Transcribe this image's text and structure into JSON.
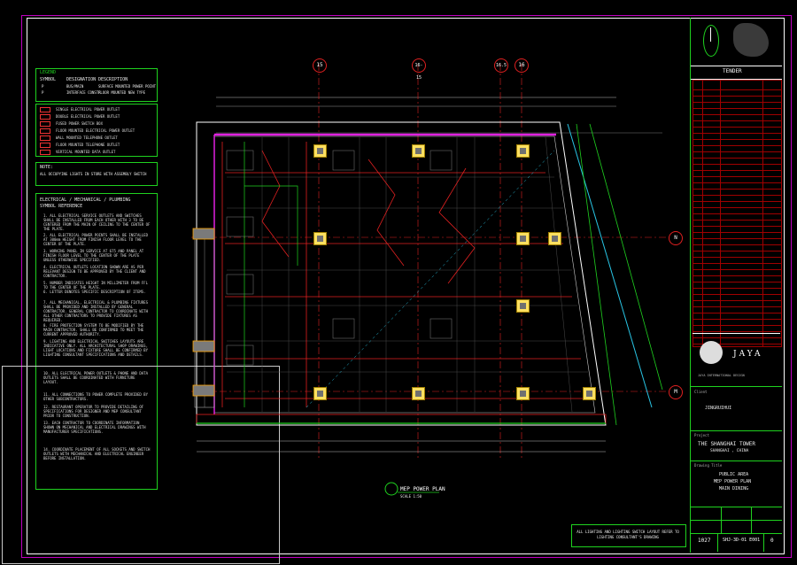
{
  "legend": {
    "title": "LEGEND",
    "headers": [
      "SYMBOL",
      "DESIGNATION",
      "DESCRIPTION"
    ],
    "rows": [
      {
        "symbol": "P",
        "designation": "BUS/MAIN",
        "description": "SURFACE MOUNTED POWER POINT"
      },
      {
        "symbol": "P",
        "designation": "INTERFACE CONSTR",
        "description": "FLOOR MOUNTED NEW TYPE"
      }
    ],
    "items": [
      "SINGLE ELECTRICAL POWER OUTLET",
      "DOUBLE ELECTRICAL POWER OUTLET",
      "FUSED POWER SWITCH BOX",
      "FLOOR MOUNTED ELECTRICAL POWER OUTLET",
      "WALL MOUNTED TELEPHONE OUTLET",
      "FLOOR MOUNTED TELEPHONE OUTLET",
      "VERTICAL MOUNTED DATA OUTLET"
    ]
  },
  "note": {
    "title": "NOTE:",
    "text": "ALL OCCUPYING LIGHTS IN STORE WITH ASSEMBLY SWITCH"
  },
  "symbol_reference": {
    "title": "ELECTRICAL / MECHANICAL / PLUMBING SYMBOL REFERENCE",
    "paragraphs": [
      "1. ALL ELECTRICAL SERVICE OUTLETS AND SWITCHES SHALL BE INSTALLED FROM EACH OTHER WITH 3 TO BE CENTERED FROM THE MAIN OF CEILING TO THE CENTER OF THE PLATE.",
      "2. ALL ELECTRICAL POWER POINTS SHALL BE INSTALLED AT 300mm HEIGHT FROM FINISH FLOOR LEVEL TO THE CENTER OF THE PLATE.",
      "3. WORKING PANEL IN SERVICE AT 675 AND PANEL AT FINISH FLOOR LEVEL TO THE CENTER OF THE PLATE UNLESS OTHERWISE SPECIFIED.",
      "4. ELECTRICAL OUTLETS LOCATION SHOWN ARE AS PER RELEVANT DESIGN TO BE APPROVED BY THE CLIENT AND CONTRACTOR.",
      "5. NUMBER INDICATES HEIGHT IN MILLIMETER FROM FFL TO THE CENTER OF THE PLATE.",
      "6. LETTER DENOTES SPECIFIC DESCRIPTION OF ITEMS.",
      "7. ALL MECHANICAL, ELECTRICAL & PLUMBING FIXTURES SHALL BE PROVIDED AND INSTALLED BY GENERAL CONTRACTOR. GENERAL CONTRACTOR TO COORDINATE WITH ALL OTHER CONTRACTORS TO PROVIDE FIXTURES AS REQUIRED.",
      "8. FIRE PROTECTION SYSTEM TO BE MODIFIED BY THE MAIN CONTRACTOR. SHALL BE CONFIRMED TO MEET THE CURRENT APPROVED AUTHORITY.",
      "9. LIGHTING AND ELECTRICAL SWITCHES LAYOUTS ARE INDICATIVE ONLY. ALL ARCHITECTURAL SHOP DRAWINGS, LIGHT LOCATIONS AND FIXTURE SHALL BE CONFIRMED BY LIGHTING CONSULTANT SPECIFICATIONS AND DETAILS.",
      "10. ALL ELECTRICAL POWER OUTLETS & PHONE AND DATA OUTLETS SHALL BE COORDINATED WITH FURNITURE LAYOUT.",
      "11. ALL CONNECTIONS TO POWER COMPLETE PROVIDED BY OTHER SUBCONTRACTORS.",
      "12. RESTAURANT OPERATOR TO PROVIDE DETAILING OF SPECIFICATIONS FOR DESIGNER AND MEP CONSULTANT PRIOR TO CONSTRUCTION.",
      "13. EACH CONTRACTOR TO COORDINATE INFORMATION SHOWN ON MECHANICAL AND ELECTRICAL DRAWINGS WITH MANUFACTURER SPECIFICATIONS.",
      "14. COORDINATE PLACEMENT OF ALL SOCKETS AND SWITCH OUTLETS WITH MECHANICAL AND ELECTRICAL ENGINEER BEFORE INSTALLATION."
    ]
  },
  "drawing": {
    "grid_labels": [
      "15",
      "16-15",
      "16.5",
      "16",
      "N",
      "M"
    ],
    "plan_title": "MEP POWER PLAN",
    "plan_scale": "SCALE 1:50",
    "bottom_note": "ALL LIGHTING AND LIGHTING SWITCH LAYOUT REFER TO LIGHTING CONSULTANT'S DRAWING"
  },
  "title_block": {
    "section_title": "TENDER",
    "firm_name": "JAYA",
    "firm_subline": "JAYA INTERNATIONAL DESIGN",
    "client_label": "Client",
    "client_name": "JINGRUIHUI",
    "project_label": "Project",
    "project_name": "THE SHANGHAI TOWER",
    "project_location": "SHANGHAI , CHINA",
    "drawing_label": "Drawing Title",
    "drawing_title": [
      "PUBLIC AREA",
      "MEP POWER PLAN",
      "MAIN DINING"
    ],
    "job_no": "1027",
    "drawing_no": "SHJ-3D-01 E001",
    "revision": "0"
  },
  "colors": {
    "frame": "#c000c0",
    "green": "#1fd21f",
    "red": "#e02020",
    "yellow": "#ffe060",
    "cyan": "#29c6e6"
  }
}
